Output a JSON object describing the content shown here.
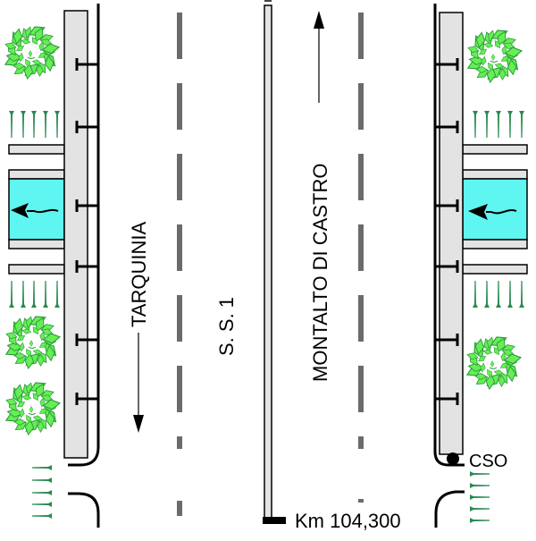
{
  "labels": {
    "road_name": "S. S. 1",
    "direction_left": "TARQUINIA",
    "direction_right": "MONTALTO DI CASTRO",
    "kilometer_marker": "Km 104,300",
    "overflow_label": "CSO"
  },
  "colors": {
    "sidewalk": "#e3e3e3",
    "water": "#5ff5f0",
    "lane_marking": "#6b6b6b",
    "bush_fill": "#66ee55",
    "bush_stroke": "#2a9a3a",
    "tree_green": "#2a8a50",
    "line": "#000000"
  },
  "features": {
    "left_side": {
      "bushes": 3,
      "grass_rows": 2,
      "drain_inlets": 6,
      "water_channel_flow": "left"
    },
    "right_side": {
      "bushes": 2,
      "grass_rows": 2,
      "drain_inlets": 6,
      "water_channel_flow": "left"
    }
  }
}
